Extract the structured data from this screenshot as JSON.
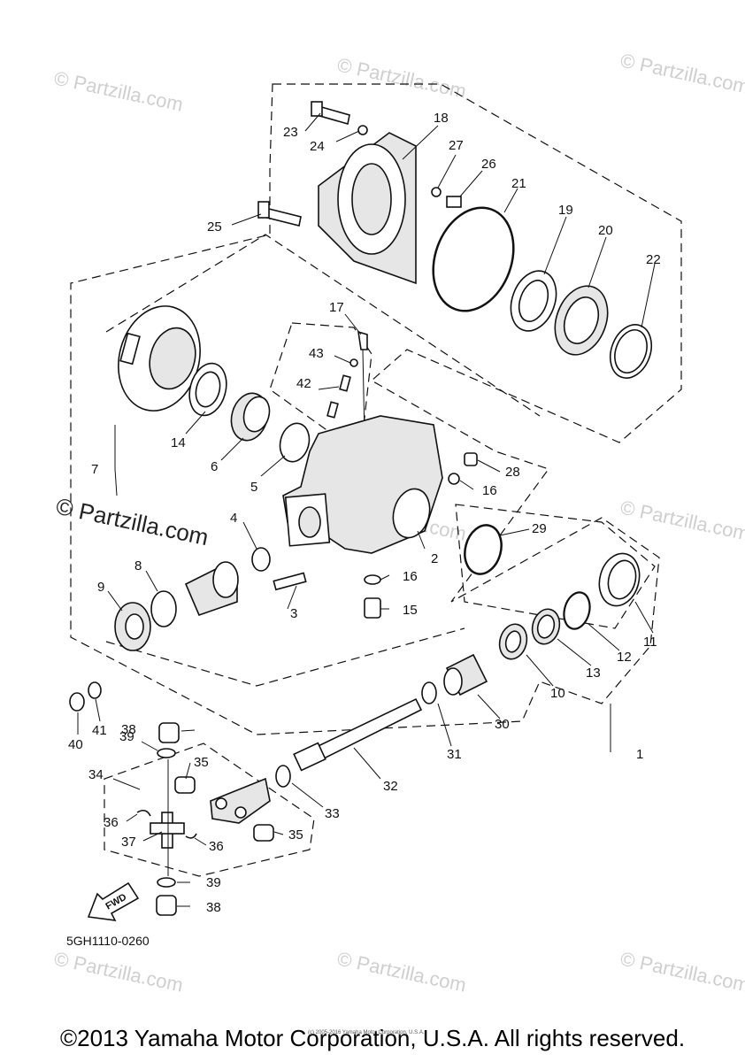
{
  "diagram_code": "5GH1110-0260",
  "copyright": "©2013 Yamaha Motor Corporation, U.S.A. All rights reserved.",
  "fine_print": "(c) 2005-2016 Yamaha Motor Corporation, U.S.A.",
  "watermark": "© Partzilla.com",
  "fwd_label": "FWD",
  "callouts": [
    "1",
    "2",
    "3",
    "4",
    "5",
    "6",
    "7",
    "8",
    "9",
    "10",
    "11",
    "12",
    "13",
    "14",
    "15",
    "16",
    "16",
    "17",
    "18",
    "19",
    "20",
    "21",
    "22",
    "23",
    "24",
    "25",
    "26",
    "27",
    "28",
    "29",
    "30",
    "31",
    "32",
    "33",
    "34",
    "35",
    "35",
    "36",
    "36",
    "37",
    "38",
    "38",
    "39",
    "39",
    "40",
    "41",
    "42",
    "43"
  ]
}
